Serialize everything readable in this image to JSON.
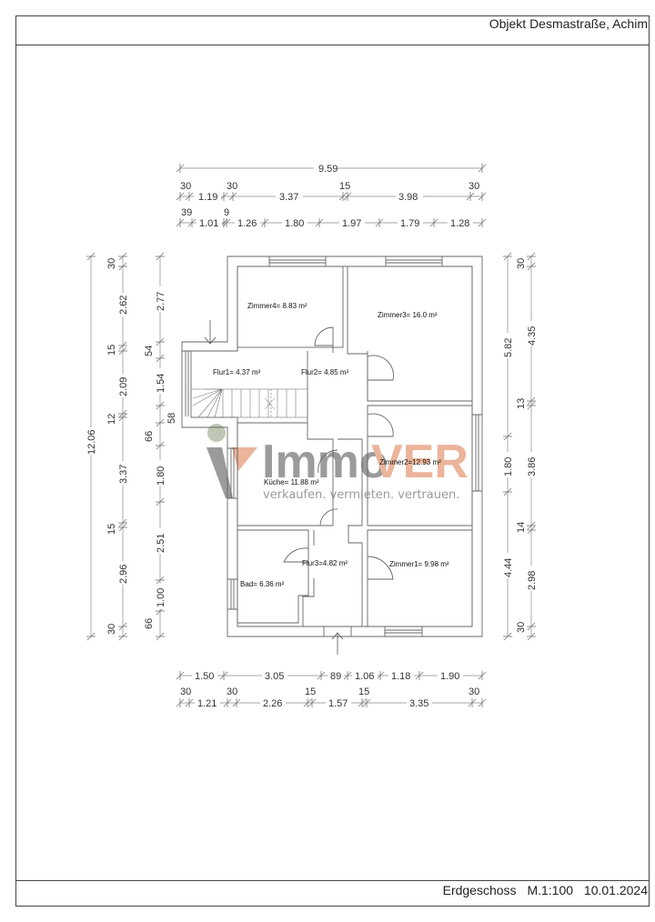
{
  "header": {
    "title": "Objekt Desmastraße, Achim"
  },
  "footer": {
    "floor": "Erdgeschoss",
    "scale": "M.1:100",
    "date": "10.01.2024"
  },
  "rooms": [
    {
      "name": "Zimmer4",
      "label": "Zimmer4=   8.83 m²"
    },
    {
      "name": "Zimmer3",
      "label": "Zimmer3= 16.0 m²"
    },
    {
      "name": "Flur1",
      "label": "Flur1=   4.37 m²"
    },
    {
      "name": "Flur2",
      "label": "Flur2=   4.85 m²"
    },
    {
      "name": "Zimmer2",
      "label": "Zimmer2=12.93 m²"
    },
    {
      "name": "Kueche",
      "label": "Küche=  11.88 m²"
    },
    {
      "name": "Flur3",
      "label": "Flur3=4.82 m²"
    },
    {
      "name": "Zimmer1",
      "label": "Zimmer1=  9.98 m²"
    },
    {
      "name": "Bad",
      "label": "Bad= 6.36 m²"
    }
  ],
  "watermark": {
    "brand_gray": "Immo",
    "brand_orange": "VER",
    "tagline": "verkaufen. vermieten. vertrauen.",
    "gray": "#8a8a8a",
    "orange": "#e8a88a",
    "dot": "#b5bfa8"
  },
  "dimensions": {
    "top": {
      "total": "9.59",
      "row2_small": [
        "30",
        "30",
        "15",
        "30"
      ],
      "row2": [
        "1.19",
        "3.37",
        "3.98"
      ],
      "row3_small": [
        "39",
        "9"
      ],
      "row3": [
        "1.01",
        "1.26",
        "1.80",
        "1.97",
        "1.79",
        "1.28"
      ]
    },
    "left": {
      "total": "12.06",
      "row2": [
        "30",
        "2.62",
        "15",
        "2.09",
        "12",
        "3.37",
        "15",
        "2.96",
        "30"
      ],
      "row3": [
        "2.77",
        "54",
        "1.54",
        "58",
        "66",
        "1.80",
        "2.51",
        "1.00",
        "66"
      ]
    },
    "right": {
      "row1": [
        "5.82",
        "1.80",
        "4.44"
      ],
      "row2": [
        "30",
        "4.35",
        "13",
        "3.86",
        "14",
        "2.98",
        "30"
      ]
    },
    "bottom": {
      "row1": [
        "1.50",
        "3.05",
        "89",
        "1.06",
        "1.18",
        "1.90"
      ],
      "row2_small": [
        "30",
        "30",
        "15",
        "15",
        "30"
      ],
      "row2": [
        "1.21",
        "2.26",
        "1.57",
        "3.35"
      ]
    }
  }
}
